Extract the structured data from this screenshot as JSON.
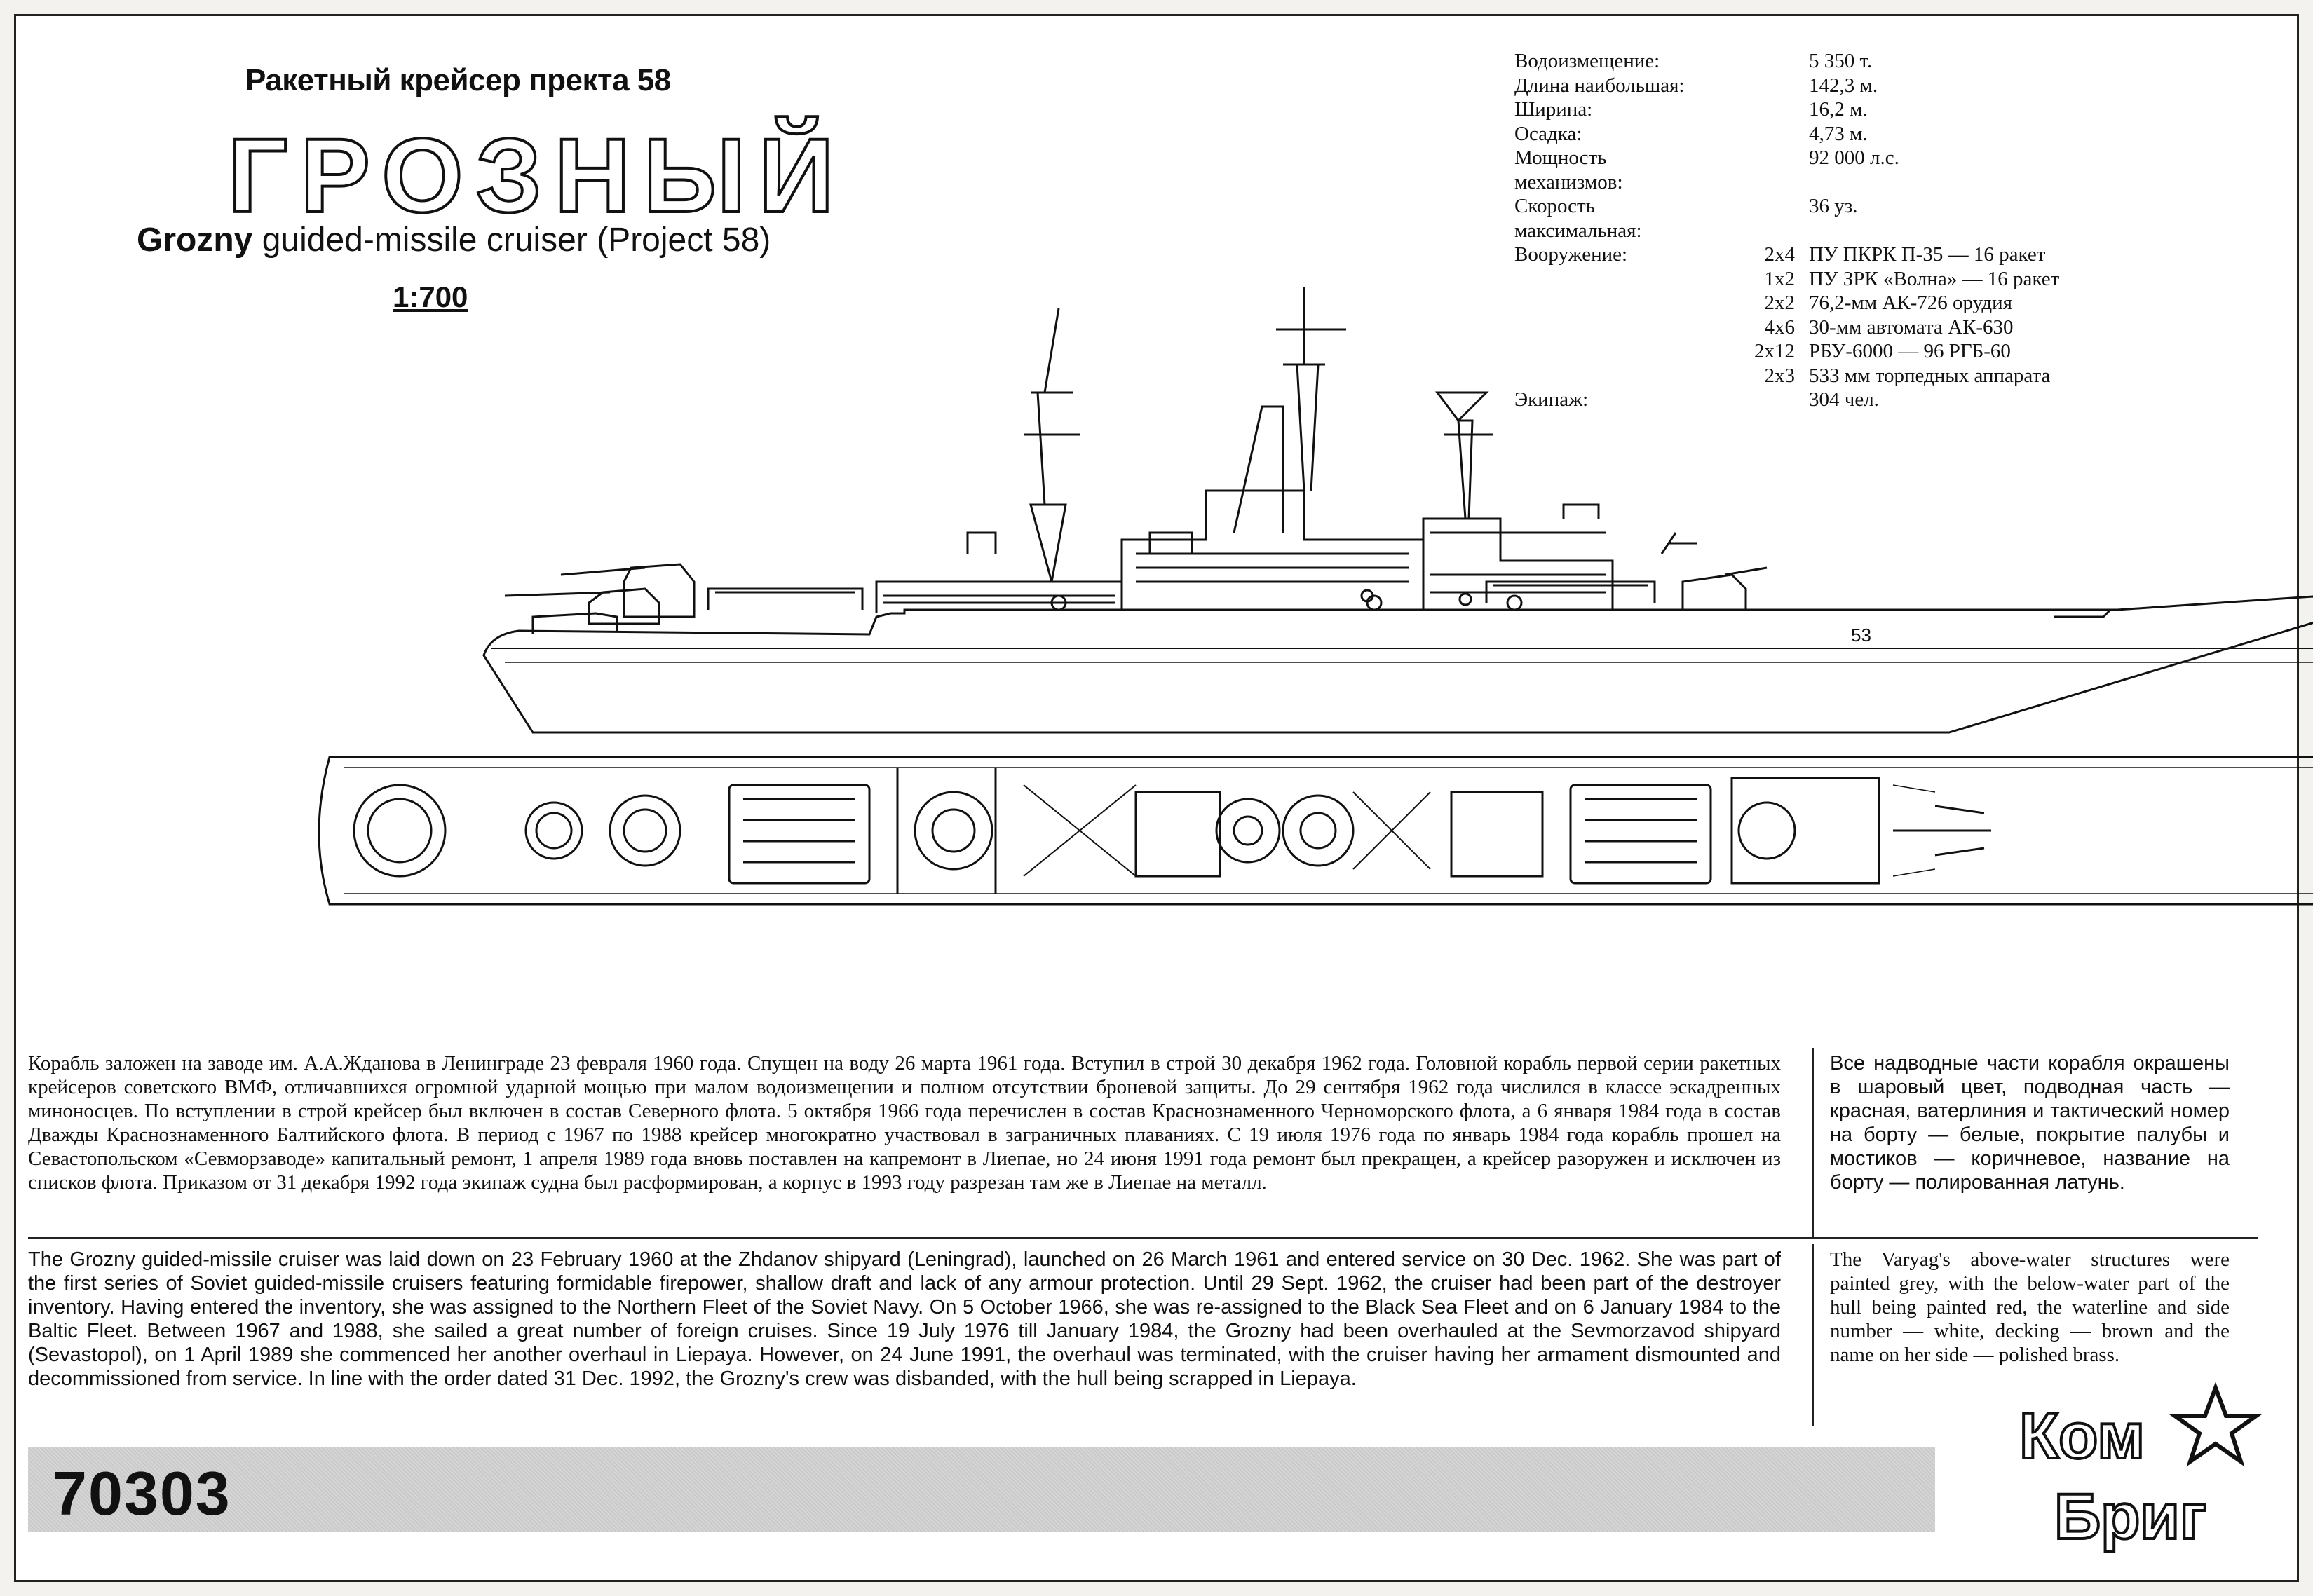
{
  "header": {
    "subtitle_ru": "Ракетный крейсер пректа 58",
    "ship_name_ru": "ГРОЗНЫЙ",
    "title_en_bold": "Grozny",
    "title_en_rest": " guided-missile cruiser (Project 58)",
    "scale": "1:700"
  },
  "specs": [
    {
      "label": "Водоизмещение:",
      "qty": "",
      "value": "5 350 т."
    },
    {
      "label": "Длина наибольшая:",
      "qty": "",
      "value": "142,3 м."
    },
    {
      "label": "Ширина:",
      "qty": "",
      "value": "16,2 м."
    },
    {
      "label": "Осадка:",
      "qty": "",
      "value": "4,73 м."
    },
    {
      "label": "Мощность механизмов:",
      "qty": "",
      "value": "92 000 л.с."
    },
    {
      "label": "Скорость максимальная:",
      "qty": "",
      "value": "36 уз."
    },
    {
      "label": "Вооружение:",
      "qty": "2x4",
      "value": "ПУ ПКРК П-35 — 16 ракет"
    },
    {
      "label": "",
      "qty": "1x2",
      "value": "ПУ ЗРК «Волна» — 16 ракет"
    },
    {
      "label": "",
      "qty": "2x2",
      "value": "76,2-мм АК-726 орудия"
    },
    {
      "label": "",
      "qty": "4x6",
      "value": "30-мм автомата АК-630"
    },
    {
      "label": "",
      "qty": "2x12",
      "value": "РБУ-6000 — 96 РГБ-60"
    },
    {
      "label": "",
      "qty": "2x3",
      "value": "533 мм торпедных аппарата"
    },
    {
      "label": "Экипаж:",
      "qty": "",
      "value": "304 чел."
    }
  ],
  "text": {
    "history_ru": "Корабль заложен на заводе им. А.А.Жданова в Ленинграде 23 февраля 1960 года. Спущен на воду 26 марта 1961 года. Вступил в строй 30 декабря 1962 года. Головной корабль первой серии ракетных крейсеров советского ВМФ, отличавшихся огромной ударной мощью при малом водоизмещении и полном отсутствии броневой защиты. До 29 сентября 1962 года числился в классе эскадренных миноносцев. По вступлении в строй крейсер был включен в состав Северного флота. 5 октября 1966 года перечислен в состав Краснознаменного Черноморского флота, а 6 января 1984 года в состав Дважды Краснознаменного Балтийского флота. В период с 1967 по 1988 крейсер многократно участвовал в заграничных плаваниях. С 19 июля 1976 года по январь 1984 года корабль прошел на Севастопольском «Севморзаводе» капитальный ремонт, 1 апреля 1989 года вновь поставлен на капремонт в Лиепае, но 24 июня 1991 года ремонт был прекращен, а крейсер разоружен и исключен из списков флота. Приказом от 31 декабря 1992 года экипаж судна был расформирован, а корпус в 1993 году разрезан там же в Лиепае на металл.",
    "paint_ru": "Все надводные части корабля окрашены в шаровый цвет, подводная часть — красная, ватерлиния и тактический номер на борту — белые, покрытие палубы и мостиков — коричневое, название на борту — полированная латунь.",
    "history_en": "The Grozny guided-missile cruiser was laid down on 23 February 1960 at the Zhdanov shipyard (Leningrad), launched on 26 March 1961 and entered service on 30 Dec. 1962. She was part of the first series of Soviet guided-missile cruisers featuring formidable firepower, shallow draft and lack of any armour protection. Until 29 Sept. 1962, the cruiser had been part of the destroyer inventory. Having entered the inventory, she was assigned to the Northern Fleet of the Soviet Navy. On 5 October 1966, she was re-assigned to the Black Sea Fleet and on 6 January 1984 to the Baltic Fleet. Between 1967 and 1988, she sailed a great number of foreign cruises. Since 19 July 1976 till January 1984, the Grozny had been overhauled at the Sevmorzavod shipyard (Sevastopol), on 1 April 1989 she commenced her another overhaul in Liepaya. However, on 24 June 1991, the overhaul was terminated, with the cruiser having her armament dismounted and decommissioned from service. In line with the order dated 31 Dec. 1992, the Grozny's crew was disbanded, with the hull being scrapped in Liepaya.",
    "paint_en": "The Varyag's above-water structures were painted grey, with the below-water part of the hull being painted red, the waterline and side number — white, decking — brown and the name on her side — polished brass."
  },
  "footer": {
    "catalog_number": "70303",
    "brand_top": "Ком",
    "brand_bottom": "Бриг",
    "hull_number": "53"
  }
}
